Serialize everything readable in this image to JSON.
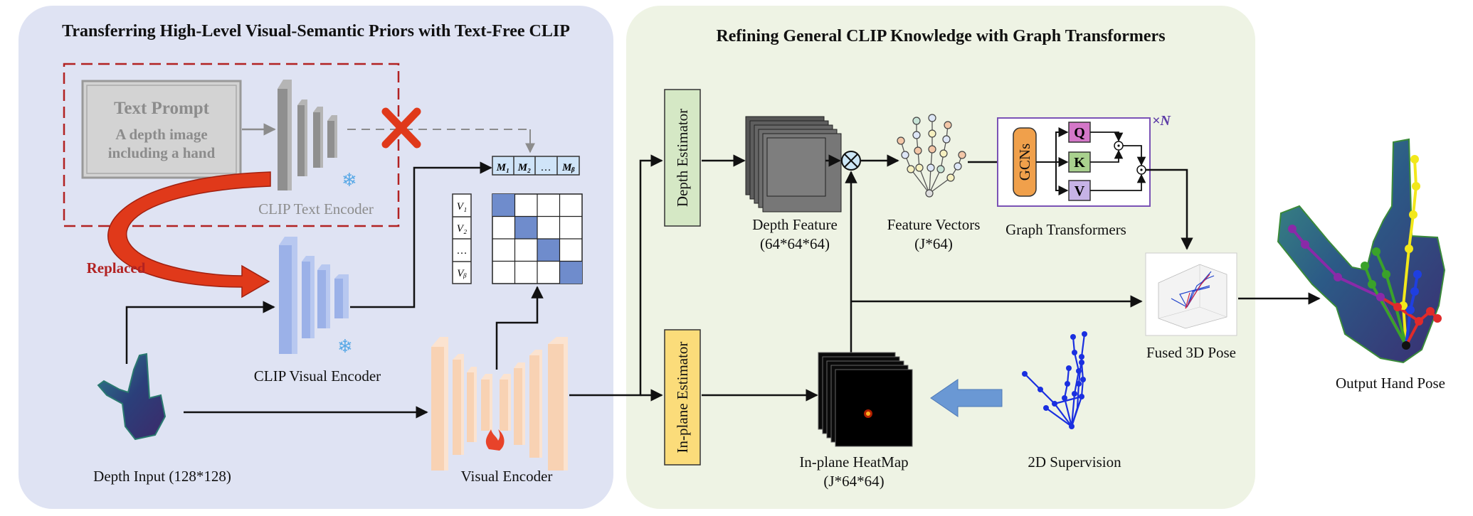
{
  "left_panel": {
    "title": "Transferring High-Level Visual-Semantic Priors with Text-Free CLIP",
    "text_prompt_title": "Text Prompt",
    "text_prompt_line1": "A depth image",
    "text_prompt_line2": "including a hand",
    "clip_text_encoder": "CLIP Text Encoder",
    "replaced": "Replaced",
    "clip_visual_encoder": "CLIP Visual Encoder",
    "depth_input": "Depth Input (128*128)",
    "visual_encoder": "Visual Encoder",
    "m_tokens": [
      "M₁",
      "M₂",
      "…",
      "Mᵦ"
    ],
    "v_tokens": [
      "V₁",
      "V₂",
      "…",
      "Vᵦ"
    ]
  },
  "right_panel": {
    "title": "Refining General CLIP Knowledge with Graph Transformers",
    "depth_estimator": "Depth Estimator",
    "inplane_estimator": "In-plane Estimator",
    "depth_feature": "Depth Feature",
    "depth_feature_dims": "(64*64*64)",
    "feature_vectors": "Feature Vectors",
    "feature_vectors_dims": "(J*64)",
    "gcns": "GCNs",
    "q": "Q",
    "k": "K",
    "v": "V",
    "repeat": "×N",
    "graph_transformers": "Graph Transformers",
    "fused_pose": "Fused 3D Pose",
    "inplane_heatmap": "In-plane HeatMap",
    "inplane_heatmap_dims": "(J*64*64)",
    "supervision_2d": "2D Supervision"
  },
  "output": {
    "label": "Output Hand Pose"
  },
  "colors": {
    "left_bg": "#dfe3f3",
    "right_bg": "#eef3e4",
    "depth_estimator": "#d5e8c5",
    "inplane_estimator": "#fbdc7a",
    "gcns": "#f0a04b",
    "q": "#d477c8",
    "k": "#a9d18e",
    "v": "#c6b3e6",
    "dashed_box": "#b22222",
    "replaced_arrow": "#e0391a"
  },
  "icons": [
    "snowflake-icon",
    "fire-icon",
    "cross-icon",
    "multiply-icon",
    "odot-icon"
  ]
}
